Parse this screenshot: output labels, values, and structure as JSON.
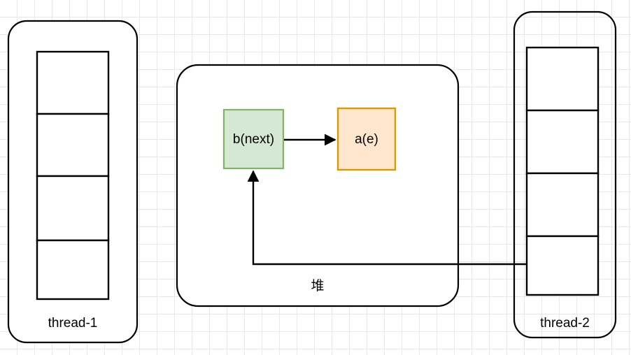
{
  "diagram": {
    "title": "thread stack and heap object reference diagram",
    "background": {
      "grid_minor_color": "#e8e8e8",
      "grid_major_color": "#d0d0d0",
      "page_color": "#ffffff"
    },
    "threads": [
      {
        "id": "thread-1",
        "label": "thread-1",
        "frame_count": 4,
        "frames": [
          "",
          "",
          "",
          ""
        ],
        "stroke": "#000000",
        "fill": "#ffffff"
      },
      {
        "id": "thread-2",
        "label": "thread-2",
        "frame_count": 4,
        "frames": [
          "",
          "",
          "",
          ""
        ],
        "stroke": "#000000",
        "fill": "#ffffff"
      }
    ],
    "heap": {
      "label": "堆",
      "stroke": "#000000",
      "fill": "#ffffff",
      "objects": [
        {
          "id": "b-next",
          "label": "b(next)",
          "fill": "#d5e8d4",
          "stroke": "#82b366"
        },
        {
          "id": "a-e",
          "label": "a(e)",
          "fill": "#ffe6cc",
          "stroke": "#d79b00"
        }
      ]
    },
    "connections": [
      {
        "id": "b-to-a",
        "from": "b-next",
        "to": "a-e",
        "label": "",
        "color": "#000000"
      },
      {
        "id": "thread2-to-b",
        "from": "thread-2",
        "to": "b-next",
        "label": "",
        "color": "#000000"
      }
    ]
  }
}
